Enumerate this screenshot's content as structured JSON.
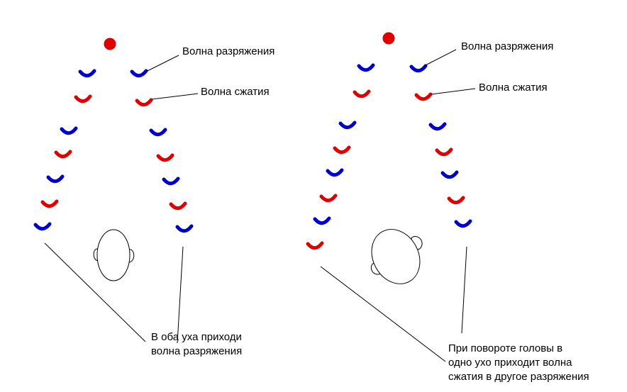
{
  "colors": {
    "rarefaction": "#0000cc",
    "compression": "#e00000",
    "source": "#e00000"
  },
  "left_panel": {
    "label_rarefaction": "Волна разряжения",
    "label_compression": "Волна сжатия",
    "caption": [
      "В оба уха приходи",
      "волна разряжения"
    ]
  },
  "right_panel": {
    "label_rarefaction": "Волна разряжения",
    "label_compression": "Волна сжатия",
    "caption": [
      "При повороте головы в",
      "одно ухо приходит волна",
      "сжатия в другое разряжения"
    ]
  }
}
